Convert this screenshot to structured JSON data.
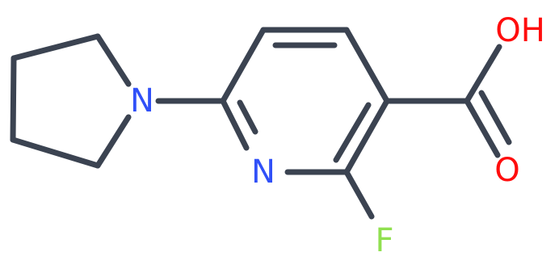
{
  "molecule": {
    "atoms": {
      "ring_n": {
        "symbol": "N",
        "color": "#3050f8"
      },
      "pyrrolidine_n": {
        "symbol": "N",
        "color": "#3050f8"
      },
      "fluorine": {
        "symbol": "F",
        "color": "#90e050"
      },
      "hydroxyl": {
        "symbol": "OH",
        "color": "#ff0d0d"
      },
      "carbonyl_o": {
        "symbol": "O",
        "color": "#ff0d0d"
      }
    },
    "bond_color": "#3b4351",
    "background": "#ffffff"
  }
}
